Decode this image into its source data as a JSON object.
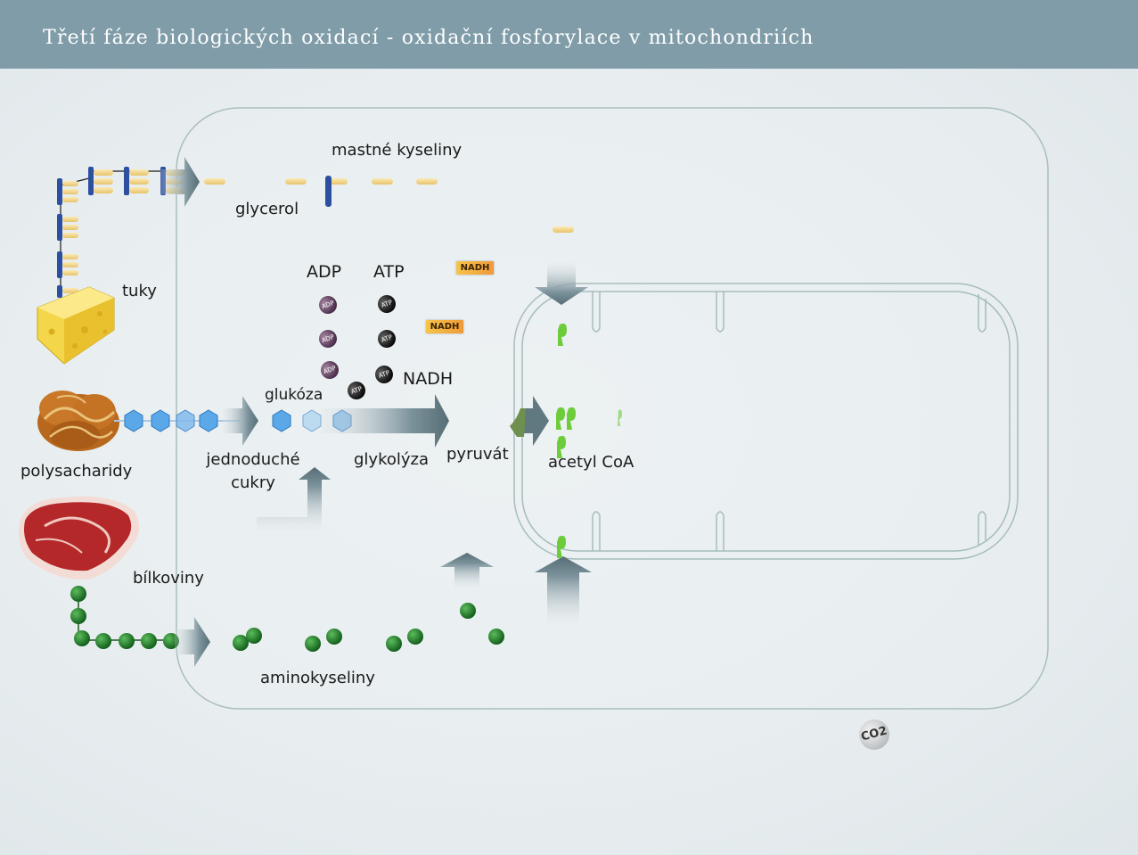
{
  "title": "Třetí fáze biologických oxidací - oxidační fosforylace v mitochondriích",
  "labels": {
    "fatty_acids": "mastné kyseliny",
    "glycerol": "glycerol",
    "fats": "tuky",
    "adp": "ADP",
    "atp": "ATP",
    "nadh": "NADH",
    "glucose": "glukóza",
    "polysaccharides": "polysacharidy",
    "simple_sugars_line1": "jednoduché",
    "simple_sugars_line2": "cukry",
    "glycolysis": "glykolýza",
    "pyruvate": "pyruvát",
    "acetyl_coa": "acetyl CoA",
    "proteins": "bílkoviny",
    "amino_acids": "aminokyseliny"
  },
  "badges": {
    "nadh_small": "NADH",
    "adp_coin": "ADP",
    "atp_coin": "ATP",
    "co2": "CO2"
  },
  "icons": [
    "cheese-icon",
    "bread-icon",
    "meat-icon",
    "co2-molecule-icon"
  ],
  "colors": {
    "header": "#7f9ca8",
    "fat_bead": "#f2d98a",
    "fat_link": "#2c4fa0",
    "sugar": "#5aa8e8",
    "amino": "#1e7a2a",
    "acetyl": "#6ccc3a",
    "arrow": "#5e7680"
  }
}
